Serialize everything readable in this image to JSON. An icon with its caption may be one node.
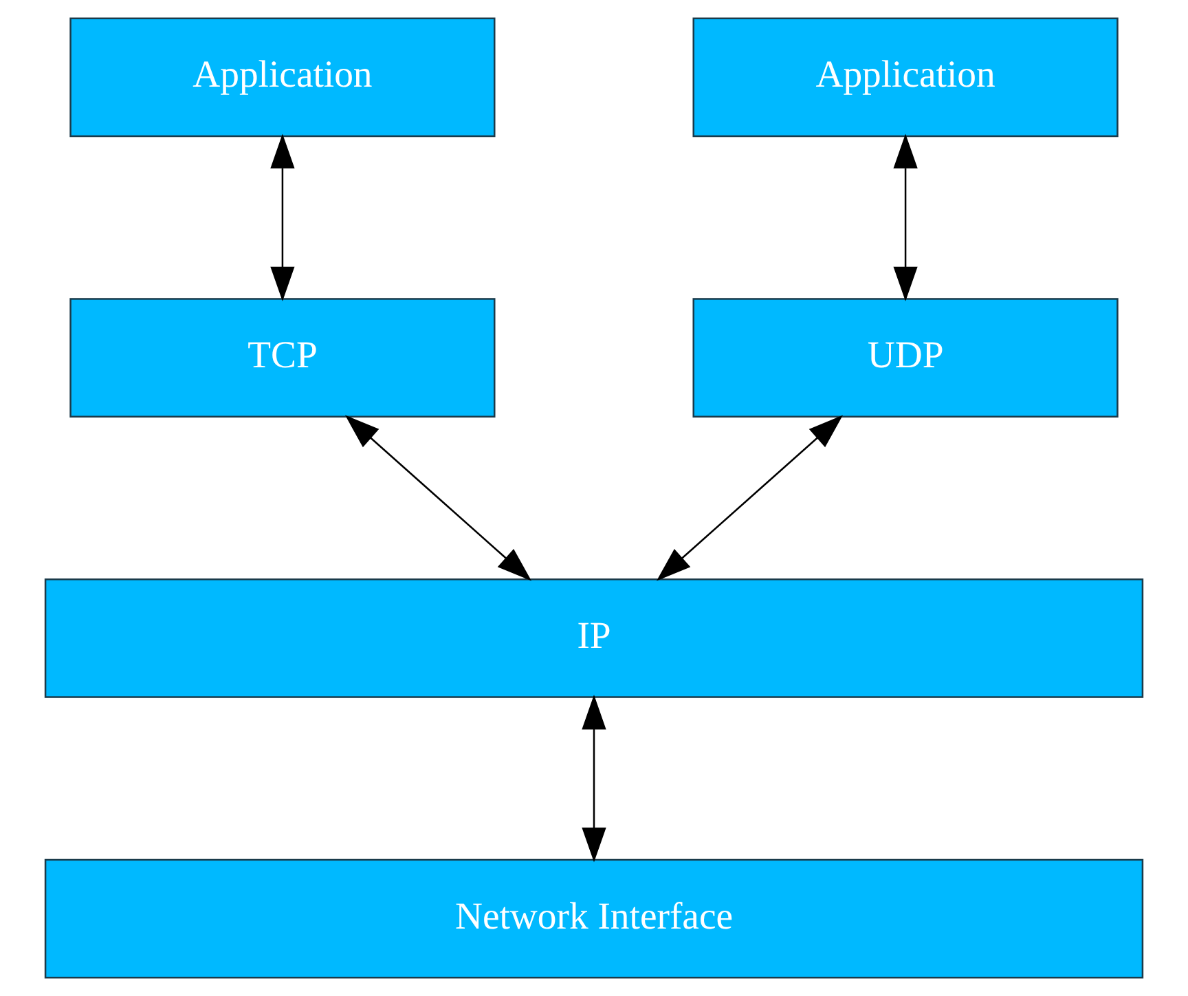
{
  "diagram": {
    "nodes": [
      {
        "text": [
          "Application"
        ]
      },
      {
        "text": [
          "Application"
        ]
      },
      {
        "text": [
          "TCP"
        ]
      },
      {
        "text": [
          "UDP"
        ]
      },
      {
        "text": [
          "IP"
        ]
      },
      {
        "text": [
          "Network Interface"
        ]
      }
    ],
    "edges": [
      {
        "from": 0,
        "to": 2,
        "arrow": "both"
      },
      {
        "from": 1,
        "to": 3,
        "arrow": "both"
      },
      {
        "from": 2,
        "to": 4,
        "arrow": "both"
      },
      {
        "from": 3,
        "to": 4,
        "arrow": "both"
      },
      {
        "from": 4,
        "to": 5,
        "arrow": "both"
      }
    ]
  }
}
